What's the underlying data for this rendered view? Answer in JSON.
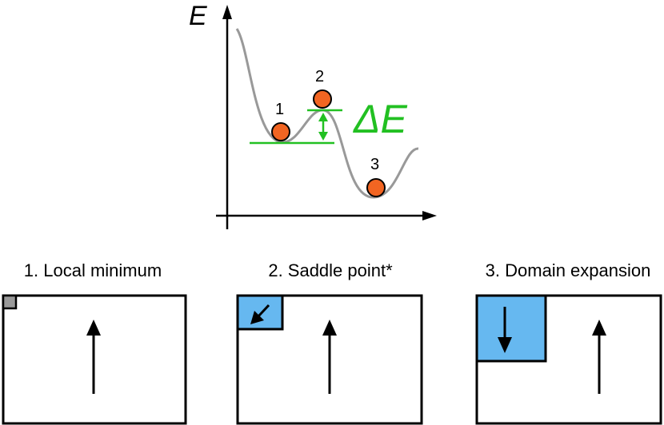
{
  "energy_plot": {
    "axis_label": "E",
    "delta_label": "ΔE",
    "states": [
      {
        "label": "1"
      },
      {
        "label": "2"
      },
      {
        "label": "3"
      }
    ],
    "colors": {
      "curve": "#999999",
      "marker": "#f26522",
      "delta": "#22c022",
      "axis": "#000000"
    }
  },
  "panels": [
    {
      "title": "1. Local minimum",
      "inset_color": "#9a9a9a",
      "inset_arrow": "none"
    },
    {
      "title": "2. Saddle point*",
      "inset_color": "#66b8f0",
      "inset_arrow": "diagonal-down-left"
    },
    {
      "title": "3. Domain expansion",
      "inset_color": "#66b8f0",
      "inset_arrow": "down"
    }
  ]
}
